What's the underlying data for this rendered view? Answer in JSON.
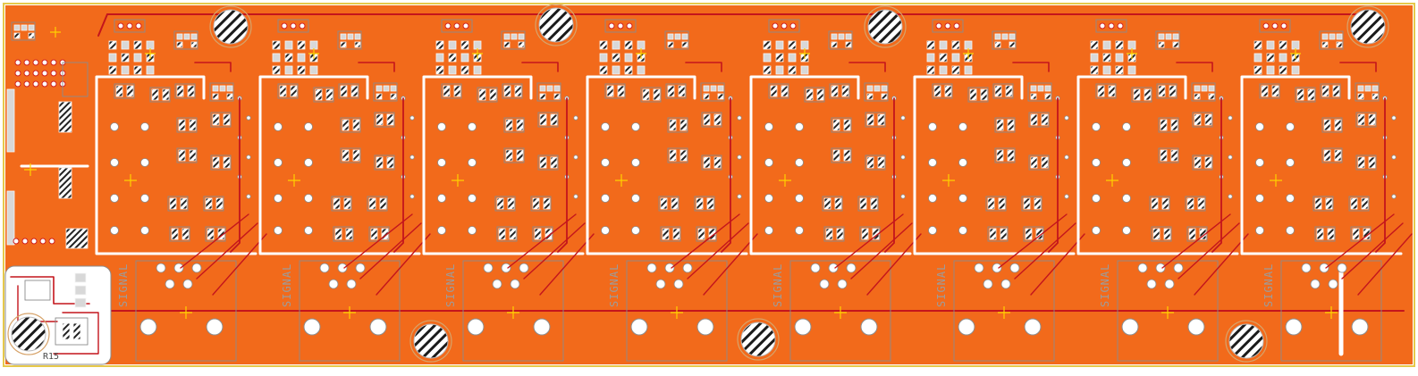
{
  "colors": {
    "copper": "#f26a1b",
    "trace": "#c4151c",
    "pad": "#d8d8d8",
    "outline": "#8c8c8c",
    "silk": "#ffffff",
    "marker": "#ffd200",
    "edge": "#e6c84a",
    "background": "#ffffff"
  },
  "board": {
    "channel_label": "SIGNAL",
    "channel_count": 8,
    "footer_label": "R15"
  }
}
